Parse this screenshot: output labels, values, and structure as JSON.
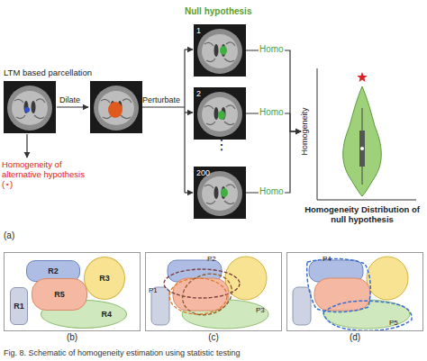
{
  "diagram": {
    "caption": "Fig. 8. Schematic of homogeneity estimation using statistic testing",
    "nodes": [
      {
        "text": [
          "LTM based parcellation"
        ]
      },
      {
        "text": [
          "1"
        ]
      },
      {
        "text": [
          "2"
        ]
      },
      {
        "text": [
          "200"
        ]
      },
      {
        "text": [
          "Homogeneity",
          "Homogeneity Distribution of null hypothesis"
        ]
      },
      {
        "text": [
          "(b)"
        ]
      },
      {
        "text": [
          "R2"
        ],
        "in": 5
      },
      {
        "text": [
          "R3"
        ],
        "in": 5
      },
      {
        "text": [
          "R1"
        ],
        "in": 5
      },
      {
        "text": [
          "R5"
        ],
        "in": 5
      },
      {
        "text": [
          "R4"
        ],
        "in": 5
      },
      {
        "text": [
          "(c)"
        ]
      },
      {
        "text": [
          "(d)"
        ]
      }
    ],
    "edges": [
      {
        "from": 1,
        "to": 4,
        "arrow": "to",
        "label": "Homo"
      },
      {
        "from": 2,
        "to": 4,
        "arrow": "to",
        "label": "Homo"
      },
      {
        "from": 3,
        "to": 4,
        "arrow": "to",
        "label": "Homo"
      }
    ],
    "labels": [
      "Null hypothesis",
      "Homogeneity of alternative hypothesis (⋆)",
      "Dilate",
      "Perturbate",
      "⋮",
      "(a)",
      "P2",
      "P1",
      "P3",
      "P4",
      "P5"
    ]
  }
}
